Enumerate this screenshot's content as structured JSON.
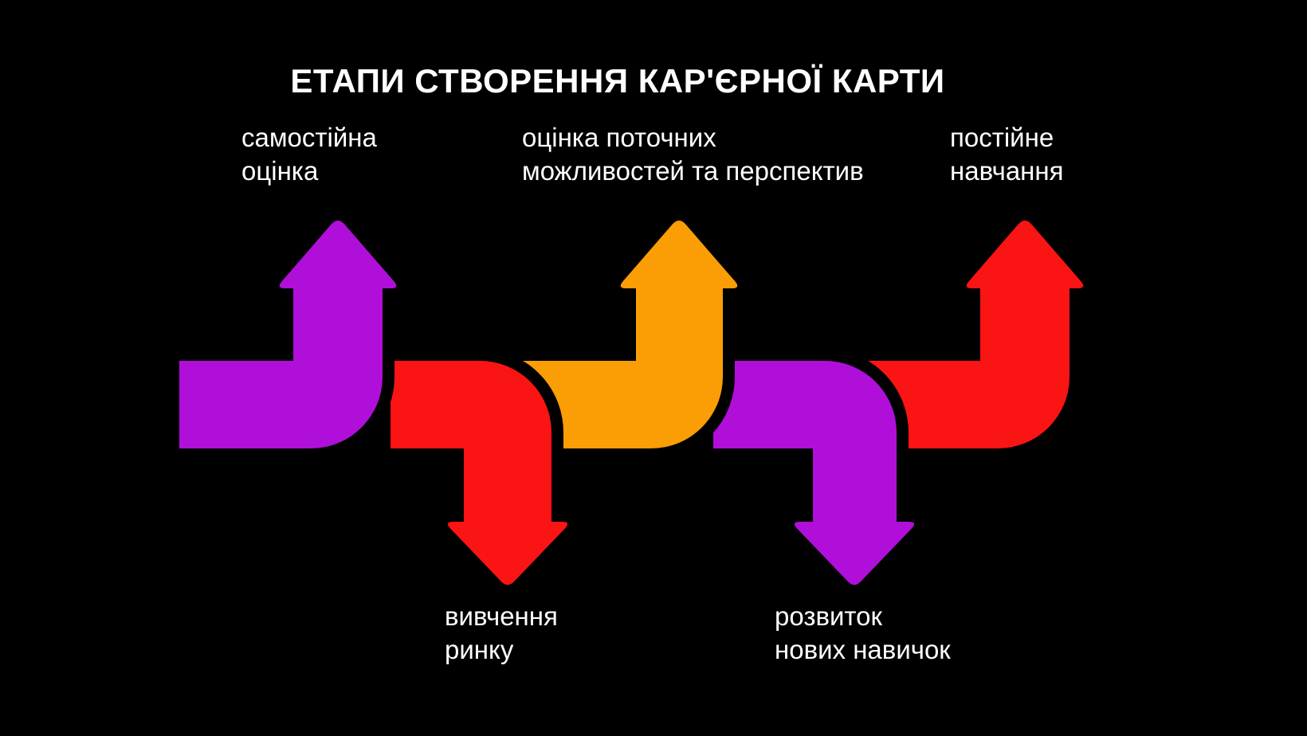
{
  "title": "ЕТАПИ СТВОРЕННЯ КАР'ЄРНОЇ КАРТИ",
  "colors": {
    "background": "#000000",
    "text": "#ffffff",
    "purple": "#b00fd9",
    "red": "#fb1414",
    "orange": "#fb9d04"
  },
  "steps": [
    {
      "id": "step-1",
      "line1": "самостійна",
      "line2": "оцінка",
      "arrow_color": "purple",
      "arrow_direction": "up",
      "label_position": "top-left"
    },
    {
      "id": "step-2",
      "line1": "вивчення",
      "line2": "ринку",
      "arrow_color": "red",
      "arrow_direction": "down",
      "label_position": "bottom-left"
    },
    {
      "id": "step-3",
      "line1": "оцінка поточних",
      "line2": "можливостей та перспектив",
      "arrow_color": "orange",
      "arrow_direction": "up",
      "label_position": "top-center"
    },
    {
      "id": "step-4",
      "line1": "розвиток",
      "line2": "нових навичок",
      "arrow_color": "purple",
      "arrow_direction": "down",
      "label_position": "bottom-center"
    },
    {
      "id": "step-5",
      "line1": "постійне",
      "line2": "навчання",
      "arrow_color": "red",
      "arrow_direction": "up",
      "label_position": "top-right"
    }
  ]
}
